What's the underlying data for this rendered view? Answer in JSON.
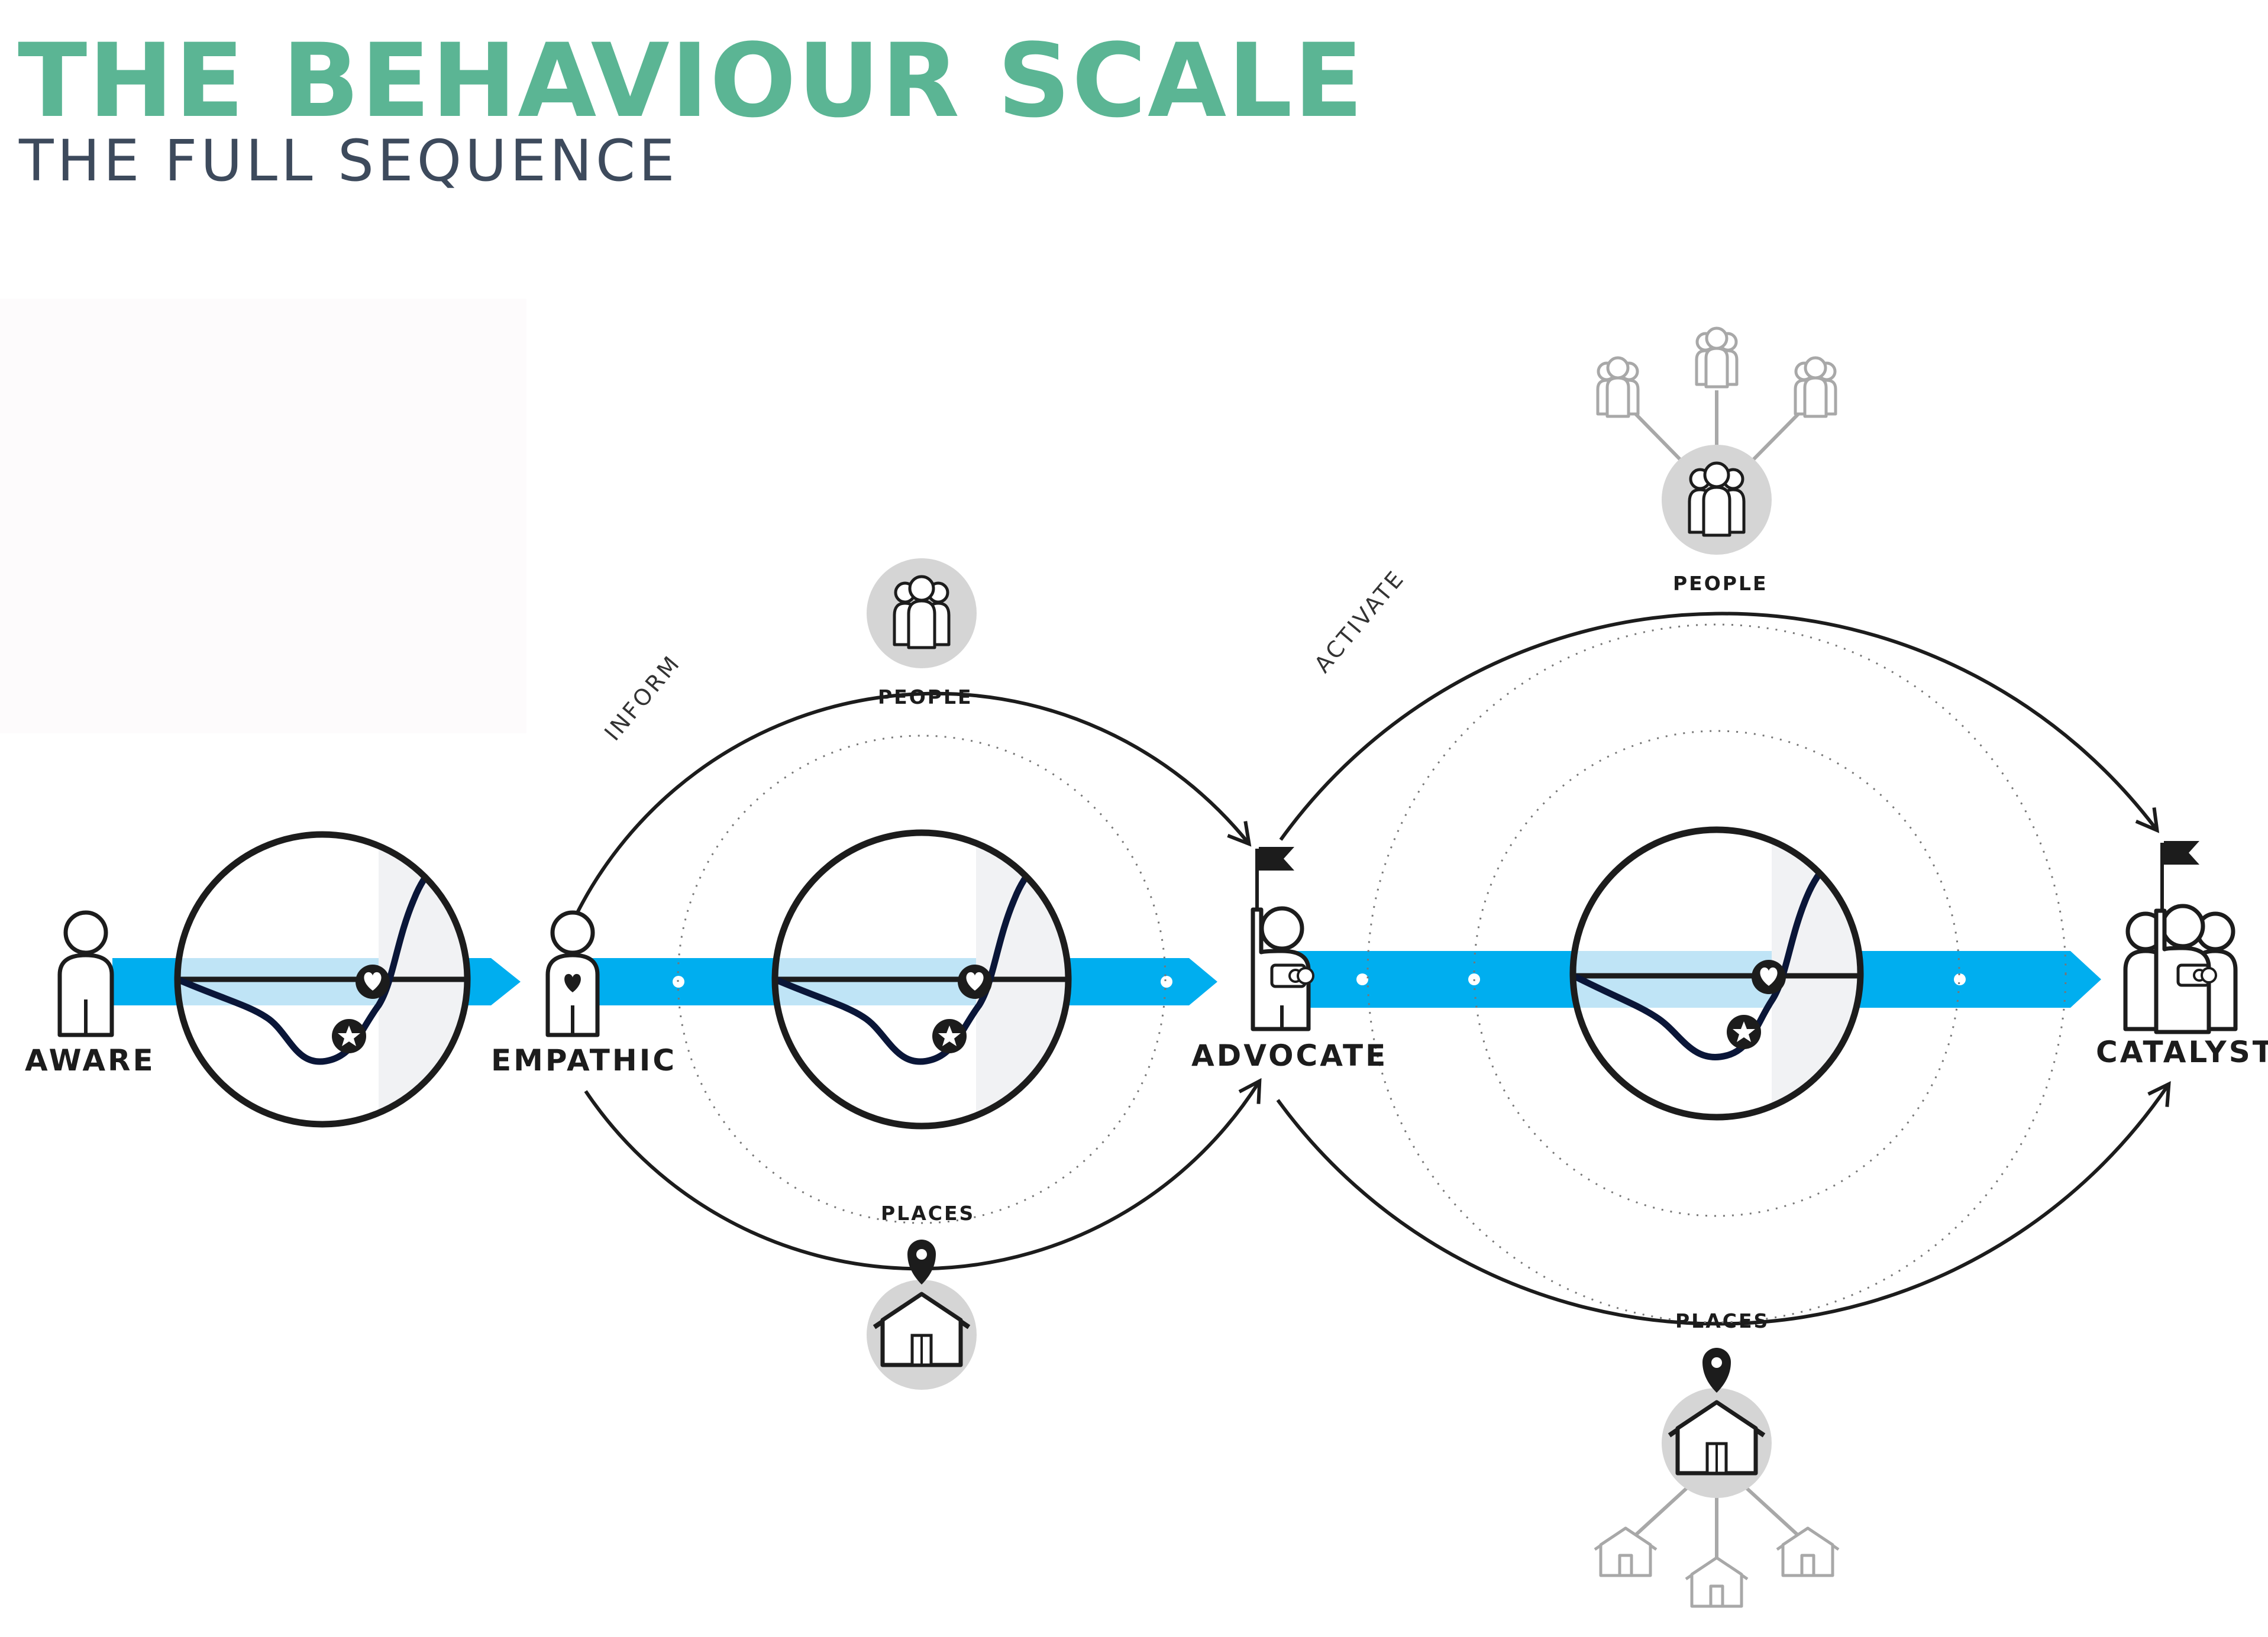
{
  "header": {
    "title": "THE BEHAVIOUR SCALE",
    "subtitle": "THE FULL SEQUENCE",
    "title_color": "#5bb594",
    "subtitle_color": "#3d4a5c"
  },
  "stages": {
    "aware": "AWARE",
    "empathic": "EMPATHIC",
    "advocate": "ADVOCATE",
    "catalyst": "CATALYST"
  },
  "loop_one": {
    "arc_label": "INFORM",
    "people_label": "PEOPLE",
    "places_label": "PLACES"
  },
  "loop_two": {
    "arc_label": "ACTIVATE",
    "people_label": "PEOPLE",
    "places_label": "PLACES"
  },
  "colors": {
    "arrow_blue": "#00aeef",
    "band_light_blue": "#bfe4f6",
    "ink": "#1c1c1c",
    "icon_disc": "#d5d5d5",
    "faded_icon": "#a8a8a8"
  },
  "icons": {
    "person": "person-icon",
    "heart": "heart-icon",
    "star": "star-icon",
    "flag": "flag-icon",
    "camera": "camera-icon",
    "group": "group-icon",
    "house": "house-icon",
    "map_pin": "map-pin-icon"
  }
}
